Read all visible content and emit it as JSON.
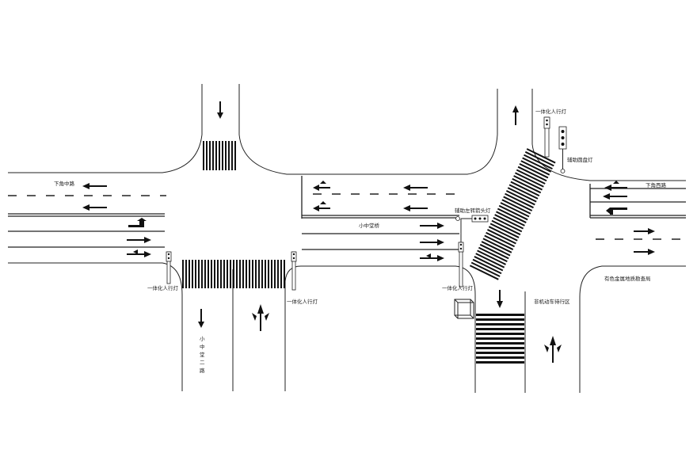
{
  "labels": {
    "road_west": "下角中路",
    "road_east": "下角西路",
    "road_middle": "小中堂桥",
    "road_south": "小中堂二路",
    "ped_light_sw": "一体化人行灯",
    "ped_light_sm": "一体化人行灯",
    "ped_light_se": "一体化人行灯",
    "ped_light_ne": "一体化人行灯",
    "aux_turn_light": "辅助左转箭头灯",
    "aux_disc_light": "辅助圆盘灯",
    "nonmotor_zone": "非机动车待行区",
    "building_se": "有色金属地质勘查局"
  },
  "colors": {
    "line": "#222222",
    "marking": "#111111",
    "background": "#ffffff"
  }
}
